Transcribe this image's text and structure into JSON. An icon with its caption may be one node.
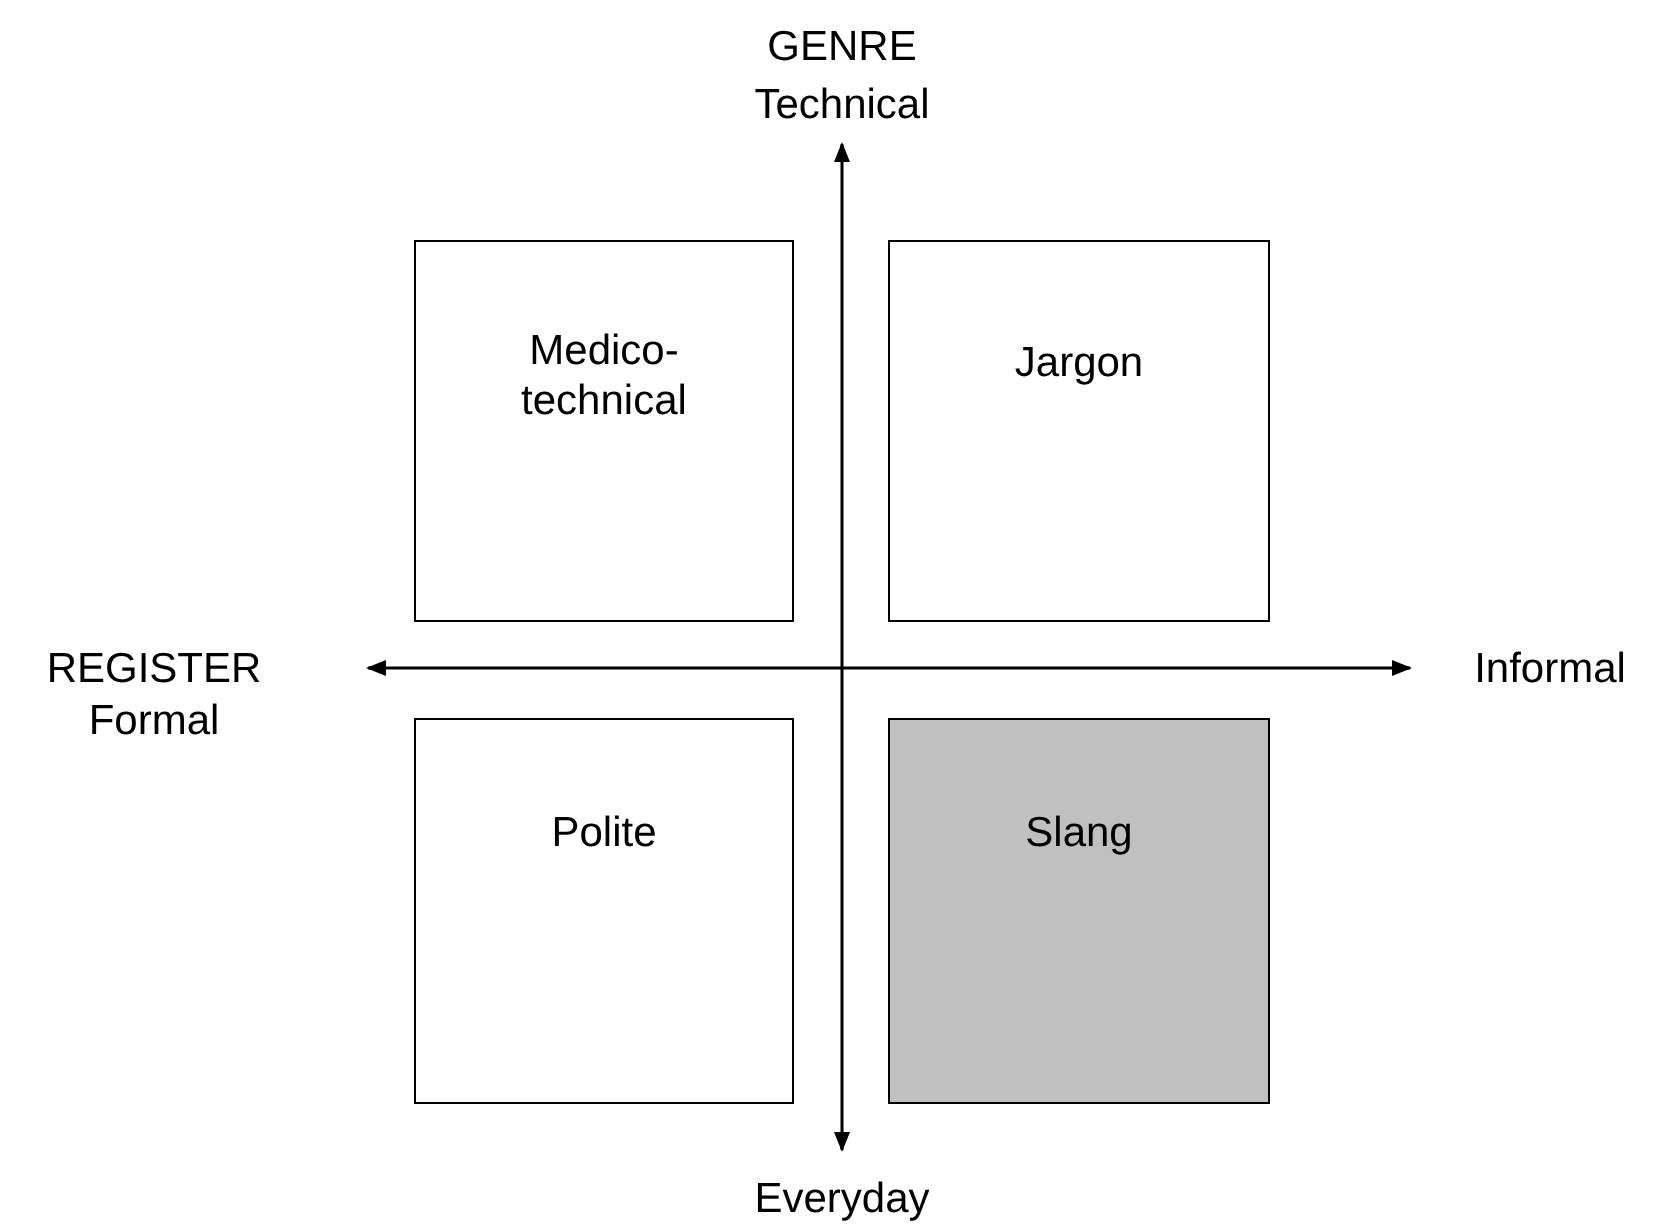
{
  "diagram": {
    "nodes": [
      {
        "text": [
          "Medico-technical"
        ]
      },
      {
        "text": [
          "Jargon"
        ]
      },
      {
        "text": [
          "Polite"
        ]
      },
      {
        "text": [
          "Slang"
        ]
      }
    ],
    "labels": [
      "GENRE",
      "Technical",
      "REGISTER",
      "Formal",
      "Informal",
      "Everyday"
    ]
  }
}
